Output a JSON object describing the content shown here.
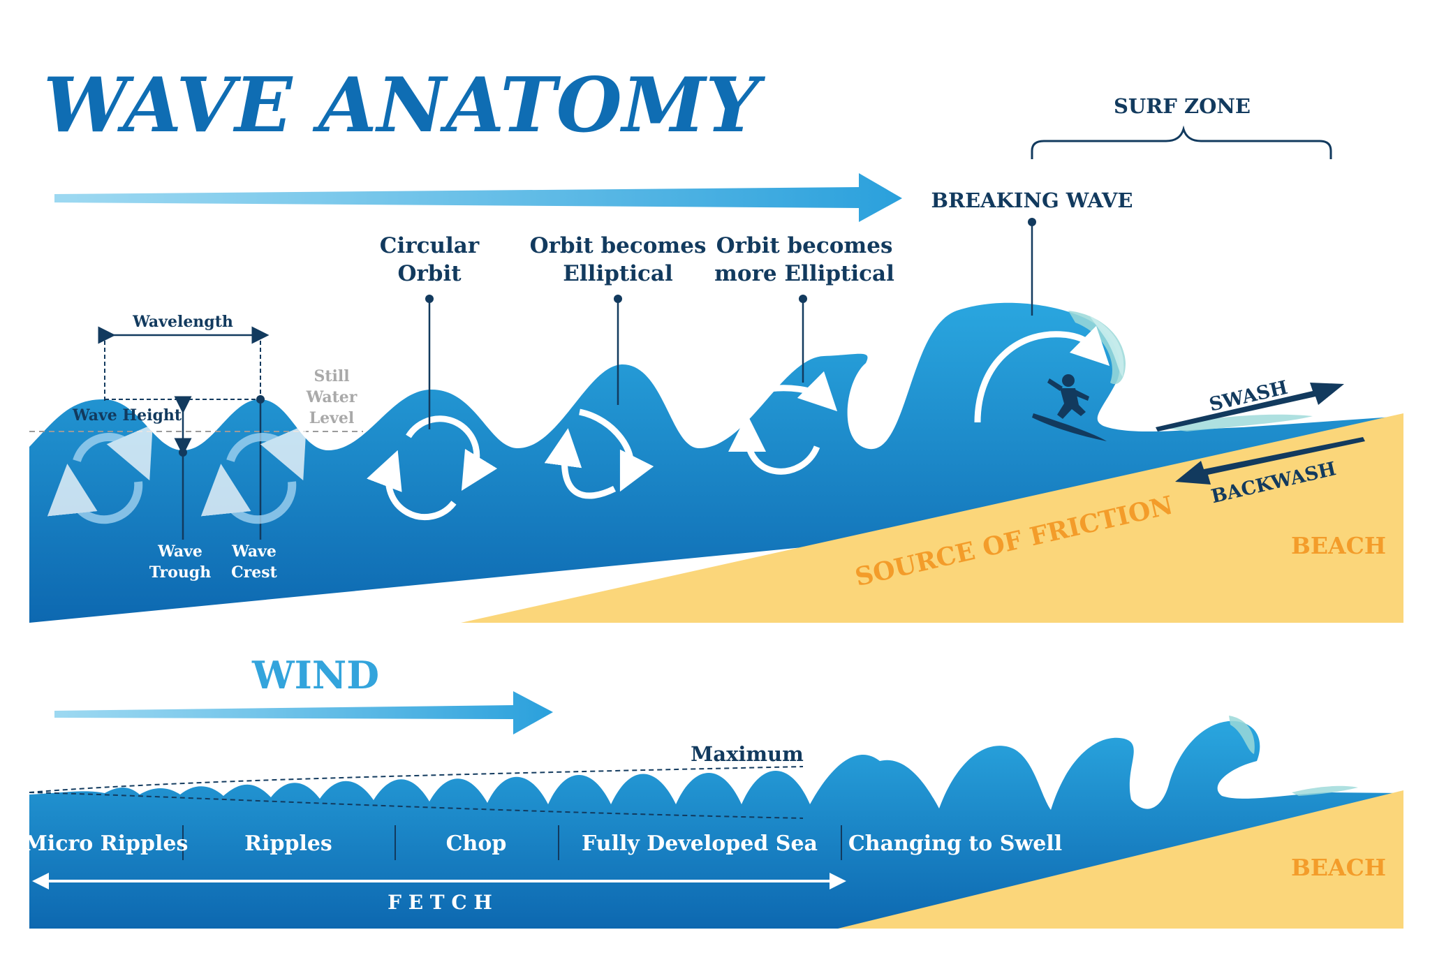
{
  "title": "WAVE ANATOMY",
  "top": {
    "labels": {
      "surf_zone": "SURF ZONE",
      "breaking_wave": "BREAKING WAVE",
      "circular_orbit_1": "Circular",
      "circular_orbit_2": "Orbit",
      "elliptical_1": "Orbit becomes",
      "elliptical_2": "Elliptical",
      "more_elliptical_1": "Orbit becomes",
      "more_elliptical_2": "more Elliptical",
      "wavelength": "Wavelength",
      "wave_height": "Wave Height",
      "still_water_1": "Still",
      "still_water_2": "Water",
      "still_water_3": "Level",
      "wave_trough_1": "Wave",
      "wave_trough_2": "Trough",
      "wave_crest_1": "Wave",
      "wave_crest_2": "Crest",
      "swash": "SWASH",
      "backwash": "BACKWASH",
      "source_of_friction": "SOURCE OF FRICTION",
      "beach": "BEACH"
    }
  },
  "bottom": {
    "wind": "WIND",
    "maximum": "Maximum",
    "stages": [
      "Micro Ripples",
      "Ripples",
      "Chop",
      "Fully Developed Sea",
      "Changing to Swell"
    ],
    "fetch": "F E T C H",
    "beach": "BEACH"
  },
  "colors": {
    "title_blue": "#0f6db3",
    "wind_blue": "#33a4dc",
    "water_top": "#2aa6df",
    "water_deep": "#0f6db3",
    "sand": "#fbd67a",
    "navy": "#123a5e",
    "orange": "#f39c2a",
    "foam": "#9ad8d8"
  }
}
